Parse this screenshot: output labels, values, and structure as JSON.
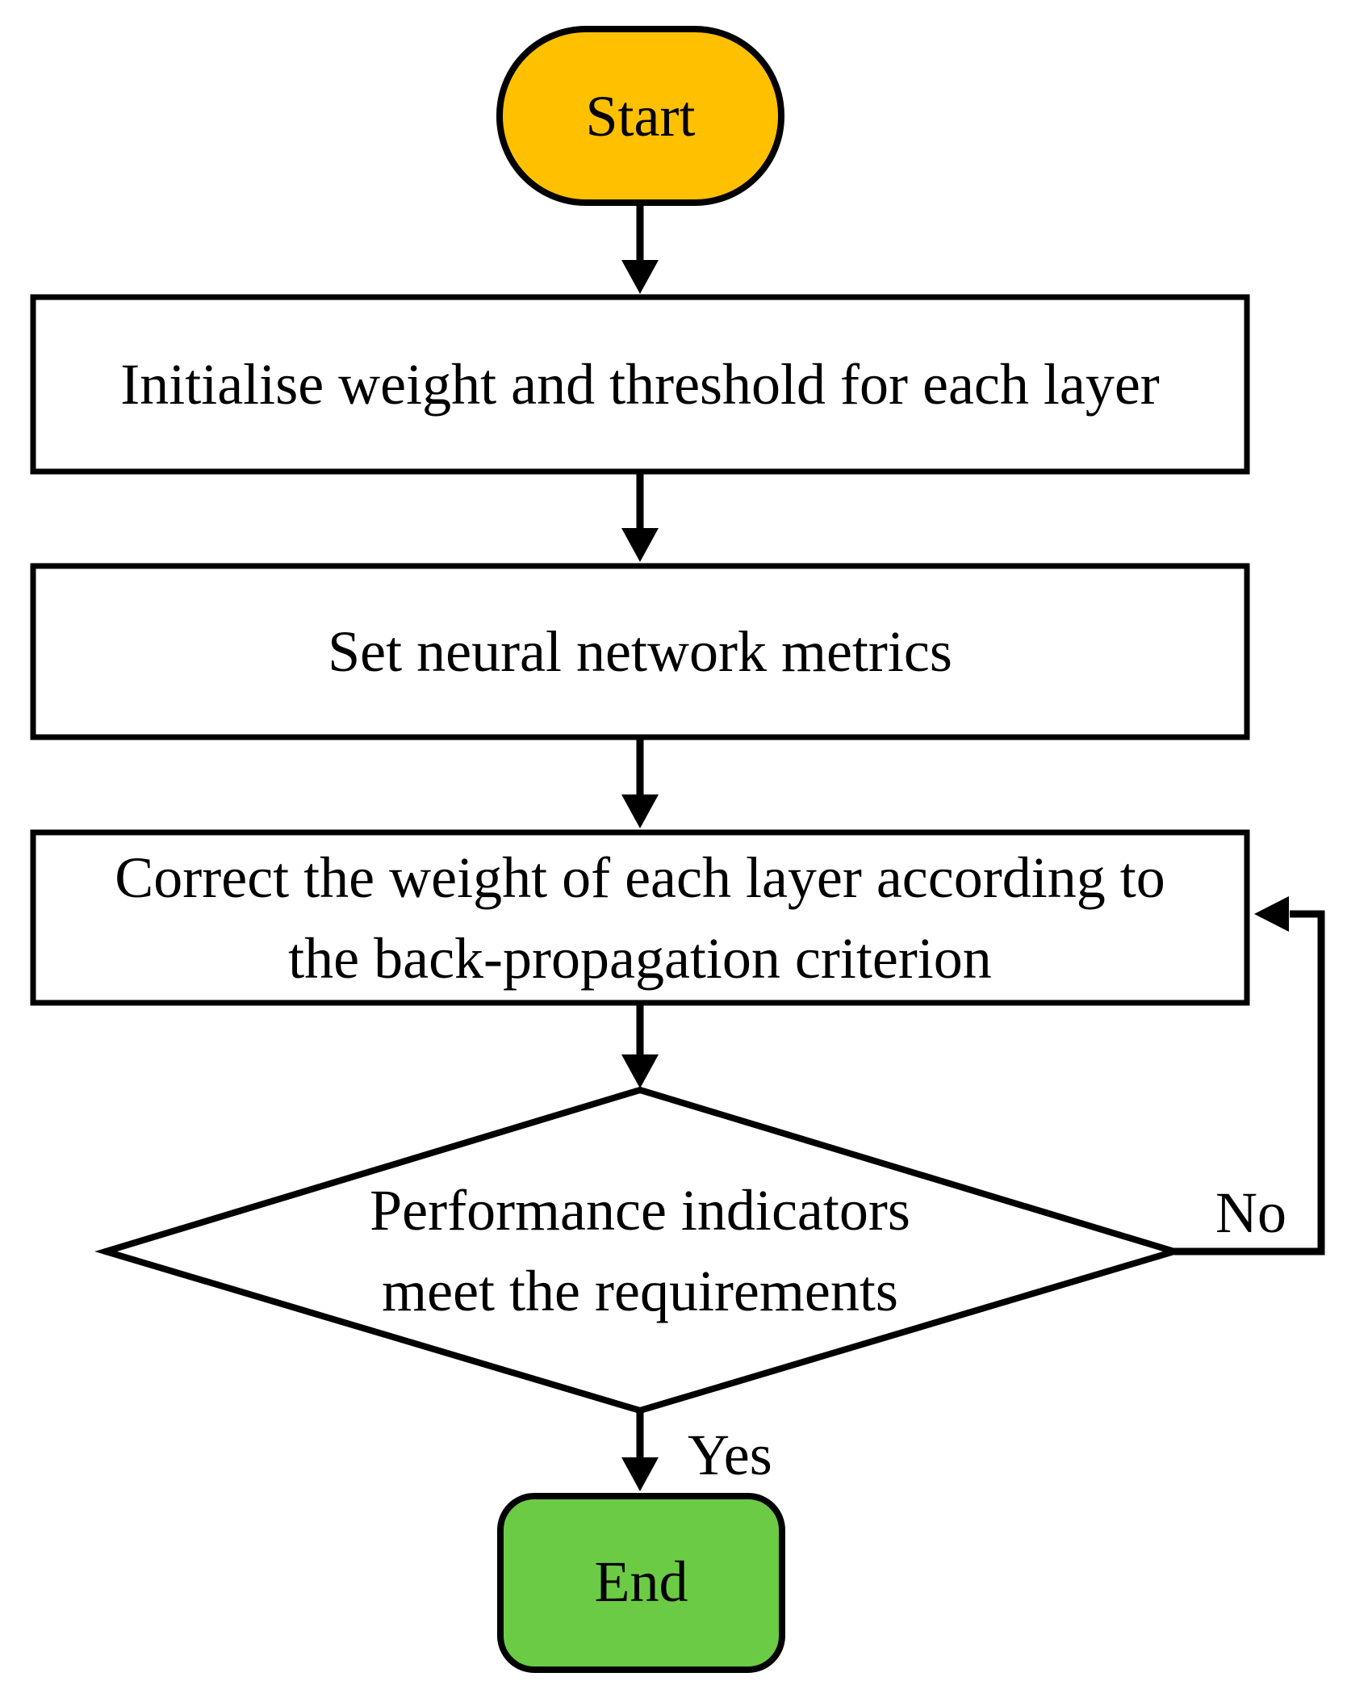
{
  "flowchart": {
    "nodes": {
      "start": {
        "label": "Start",
        "fill": "#FFC000"
      },
      "init": {
        "label": "Initialise weight and threshold for each layer",
        "fill": "#FFFFFF"
      },
      "metrics": {
        "label": "Set neural network metrics",
        "fill": "#FFFFFF"
      },
      "correct": {
        "line1": "Correct the weight of each layer according to",
        "line2": "the back-propagation criterion",
        "fill": "#FFFFFF"
      },
      "decision": {
        "line1": "Performance indicators",
        "line2": "meet the requirements",
        "fill": "#FFFFFF"
      },
      "end": {
        "label": "End",
        "fill": "#6CCB45"
      }
    },
    "edges": {
      "yes_label": "Yes",
      "no_label": "No"
    },
    "colors": {
      "stroke": "#000000",
      "start_fill": "#FFC000",
      "end_fill": "#6CCB45",
      "process_fill": "#FFFFFF"
    }
  }
}
